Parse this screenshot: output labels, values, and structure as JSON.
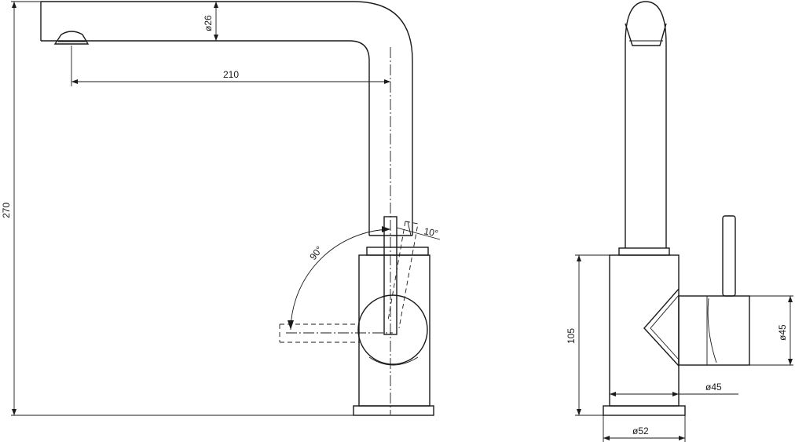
{
  "dimensions": {
    "spout_diameter": "ø26",
    "spout_reach": "210",
    "total_height": "270",
    "lever_angle_open": "10°",
    "lever_angle_range": "90°",
    "body_height": "105",
    "handle_diameter": "ø45",
    "body_diameter": "ø45",
    "base_diameter": "ø52"
  }
}
